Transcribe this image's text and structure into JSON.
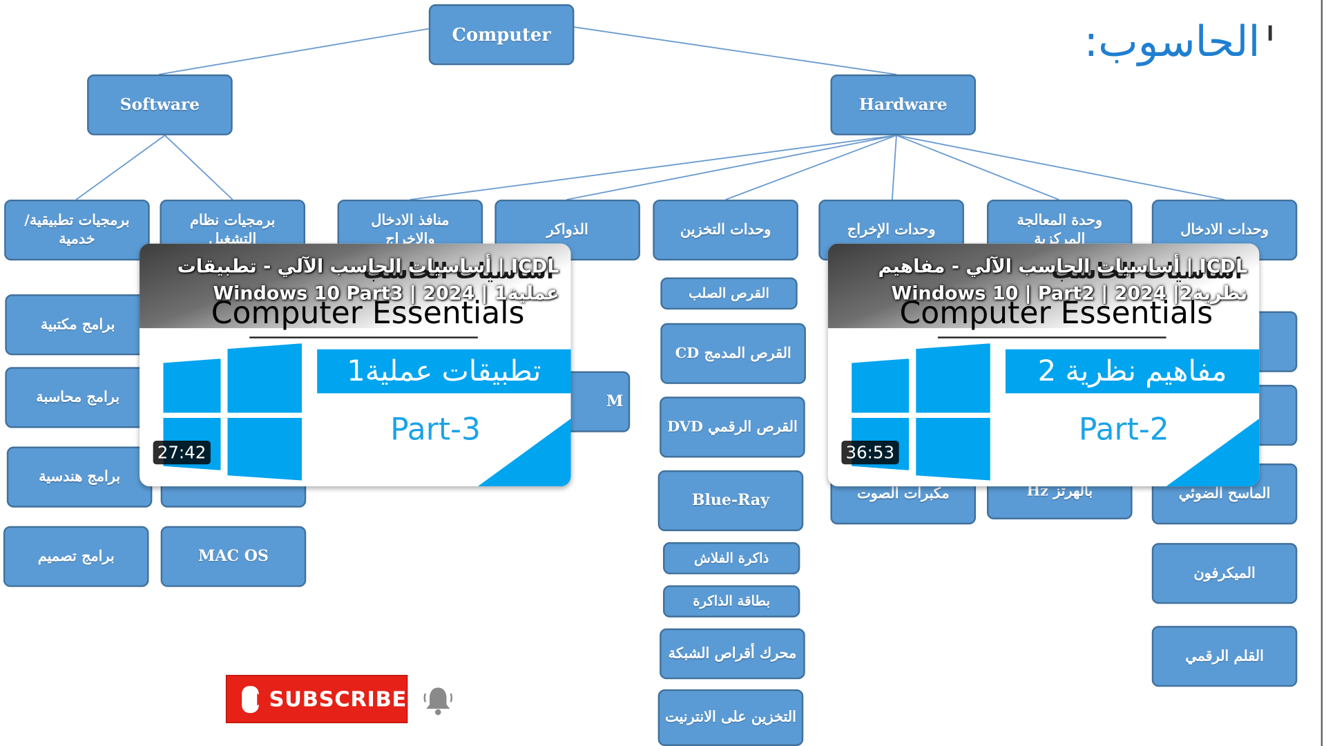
{
  "slide": {
    "title": "الحاسوب:"
  },
  "tree": {
    "root": "Computer",
    "software": "Software",
    "hardware": "Hardware",
    "software_children": {
      "applications": "برمجيات تطبيقية/خدمية",
      "os": "برمجيات نظام التشغيل",
      "app_items": [
        "برامج مكتبية",
        "برامج محاسبة",
        "برامج هندسية",
        "برامج تصميم"
      ],
      "os_items": [
        "MAC OS"
      ]
    },
    "hardware_children": {
      "ports": "منافذ الادخال والاخراج",
      "memory": "الذواكر",
      "storage": "وحدات التخزين",
      "output": "وحدات الإخراج",
      "cpu": "وحدة المعالجة المركزية",
      "input": "وحدات الادخال"
    },
    "memory_items": [
      "M"
    ],
    "storage_items": [
      "القرص الصلب",
      "القرص المدمج CD",
      "القرص الرقمي DVD",
      "Blue-Ray",
      "ذاكرة الفلاش",
      "بطاقة الذاكرة",
      "محرك أقراص الشبكة",
      "التخزين على الانترنيت"
    ],
    "output_items": [
      "مكبرات الصوت"
    ],
    "cpu_items": [
      "بالهرتز Hz"
    ],
    "input_items": [
      "الماسح الضوئي",
      "الميكرفون",
      "القلم الرقمي"
    ]
  },
  "videos": [
    {
      "title": "ICDL | أساسيات الحاسب الآلي - تطبيقات عملية1 | Windows 10 Part3 | 2024",
      "thumb_heading": "أساسيات الحاسب",
      "brand": "Computer Essentials",
      "banner": "تطبيقات عملية1",
      "part": "Part-3",
      "duration": "27:42"
    },
    {
      "title": "ICDL | أساسيات الحاسب الآلي - مفاهيم نظرية2| Windows 10 | Part2 | 2024",
      "thumb_heading": "أساسيات الحاسب",
      "brand": "Computer Essentials",
      "banner": "مفاهيم نظرية 2",
      "part": "Part-2",
      "duration": "36:53"
    }
  ],
  "subscribe": {
    "label": "SUBSCRIBE"
  },
  "icons": {
    "play": "youtube-play-icon",
    "bell": "bell-icon",
    "windows": "windows-logo-icon"
  },
  "colors": {
    "node_fill": "#5b9bd5",
    "node_border": "#41719c",
    "line": "#6a9bd0",
    "title": "#1f7fd1",
    "windows_blue": "#00a4ef",
    "subscribe_red": "#e62117"
  }
}
